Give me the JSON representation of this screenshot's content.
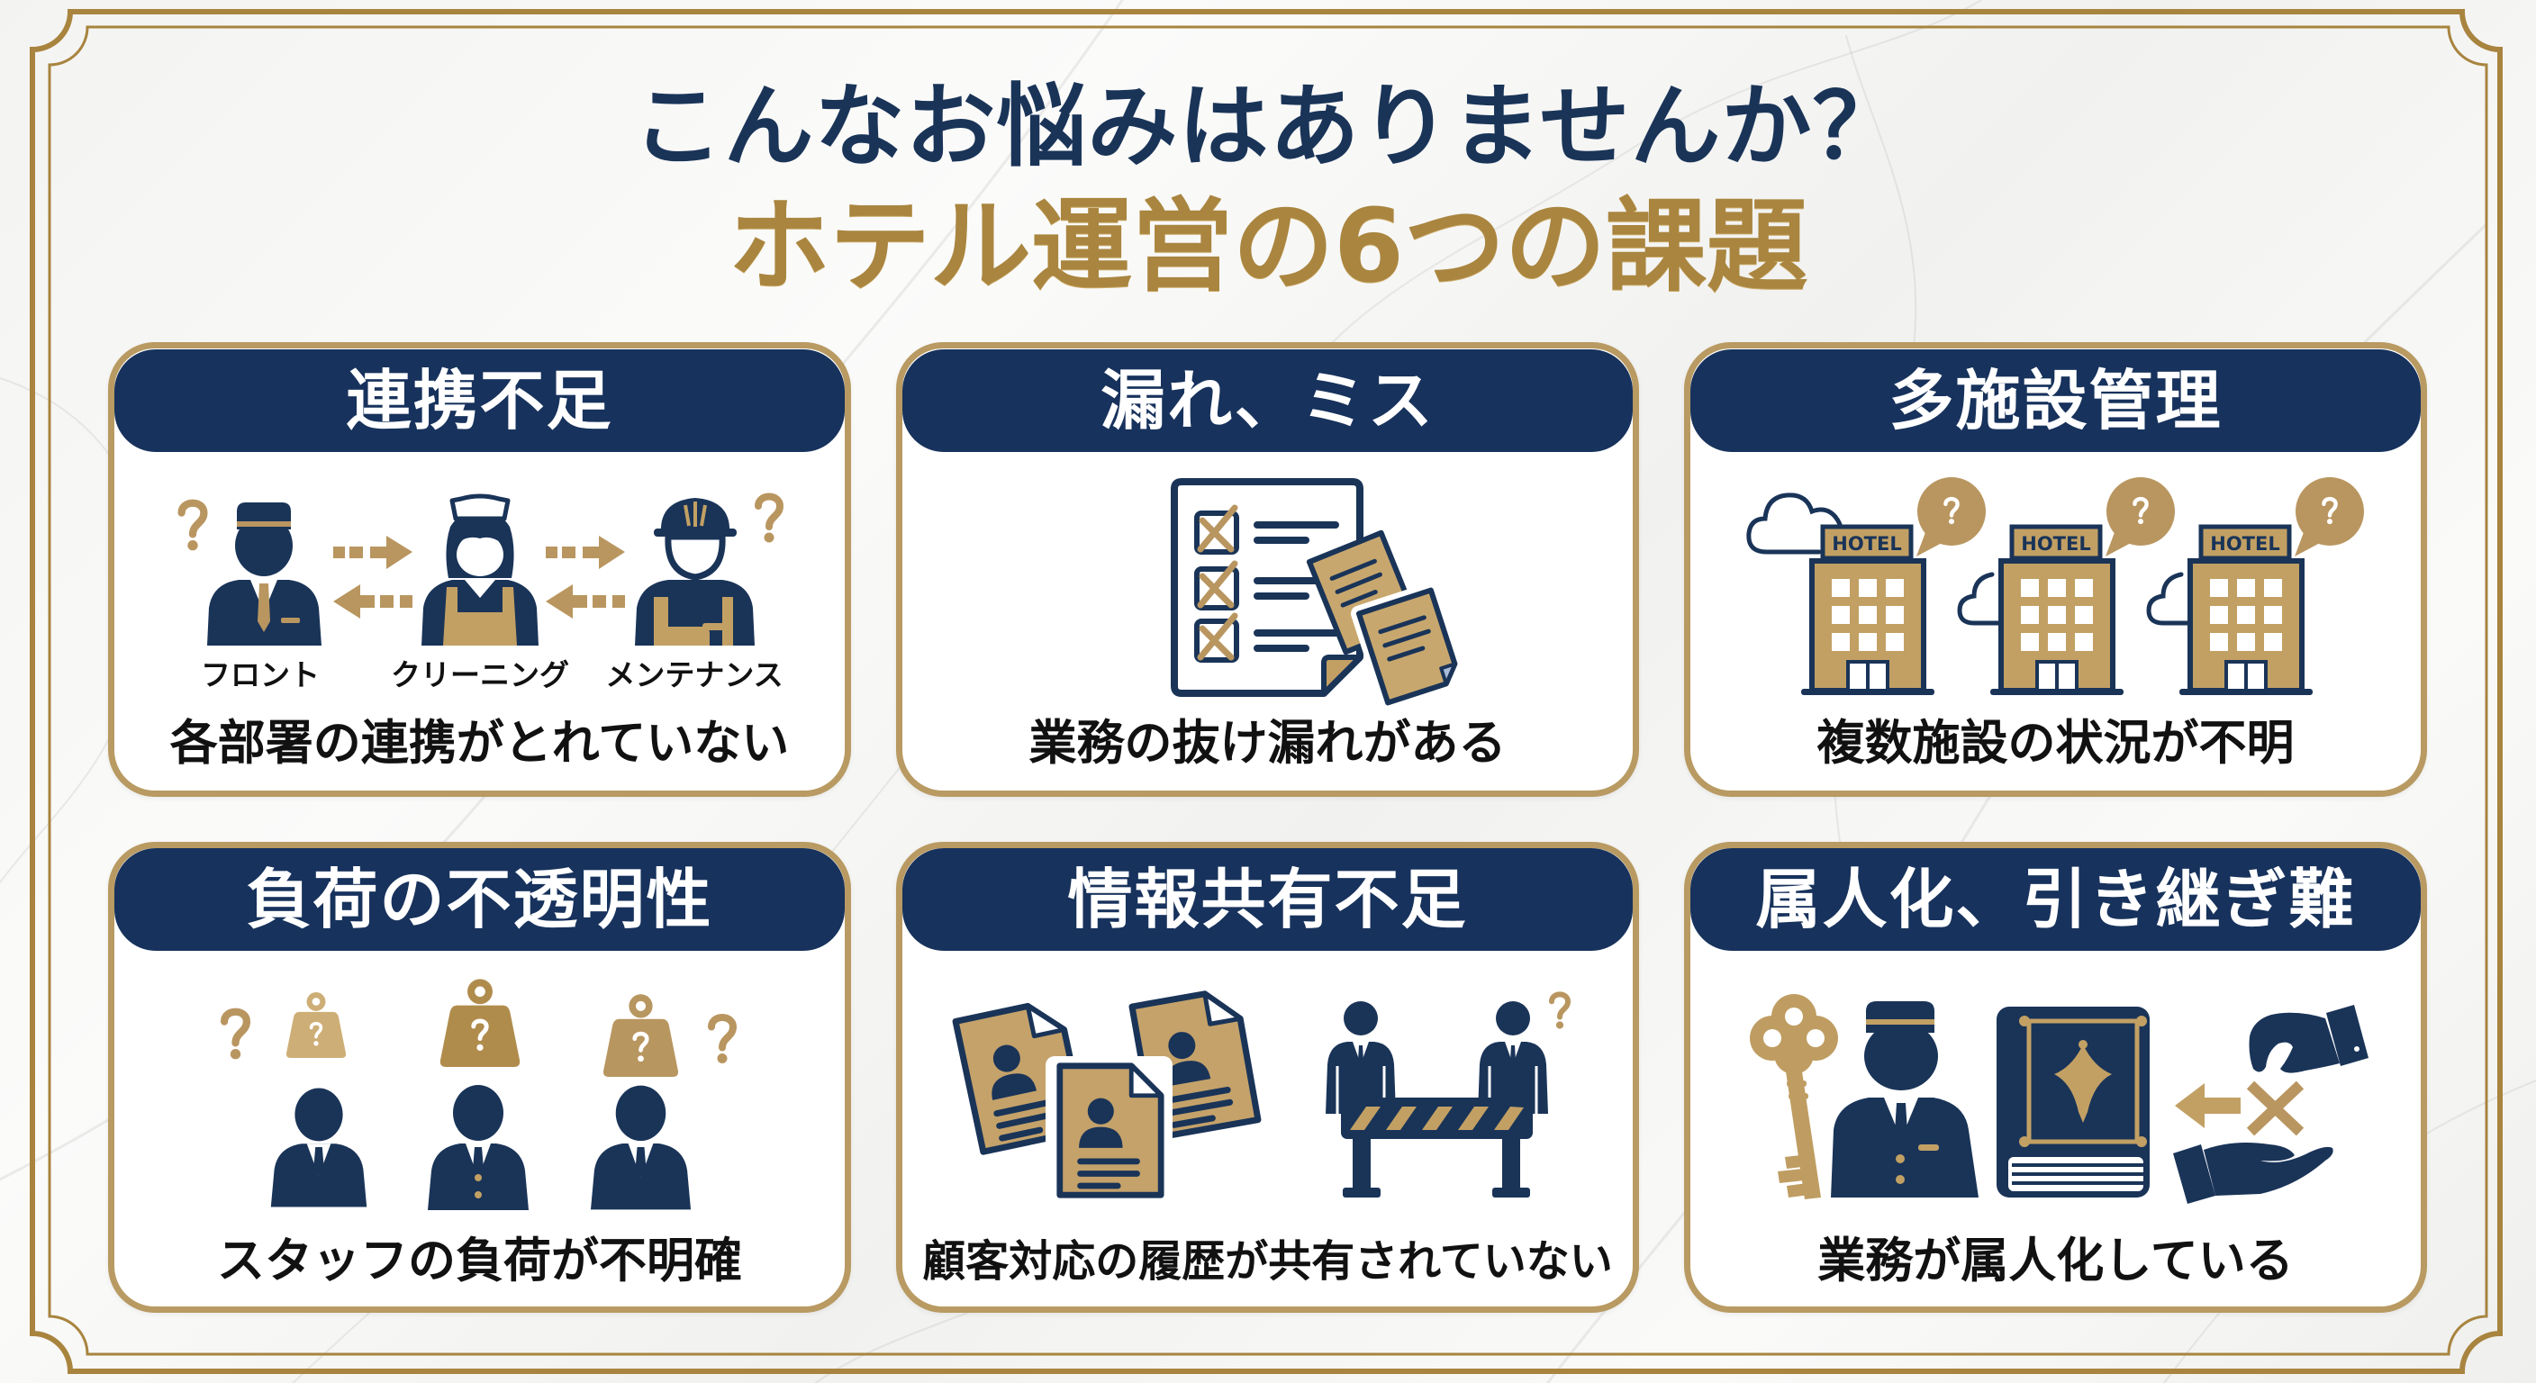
{
  "page": {
    "title_line1": "こんなお悩みはありませんか？",
    "title_line2": "ホテル運営の6つの課題"
  },
  "theme": {
    "navy": "#1a3458",
    "header_navy": "#17325c",
    "gold": "#b99660",
    "title_gold": "#a9853f",
    "frame_gold": "#a8843f",
    "card_background": "#ffffff",
    "text": "#111111"
  },
  "cards": [
    {
      "title": "連携不足",
      "description": "各部署の連携がとれていない",
      "illustration": {
        "icons": [
          "question-mark-icon",
          "bellhop-icon",
          "two-way-arrow-icon",
          "maid-icon",
          "two-way-arrow-icon",
          "maintenance-worker-icon",
          "question-mark-icon"
        ],
        "labels": [
          "フロント",
          "クリーニング",
          "メンテナンス"
        ]
      }
    },
    {
      "title": "漏れ、ミス",
      "description": "業務の抜け漏れがある",
      "illustration": {
        "icons": [
          "checklist-icon",
          "loose-paper-icon",
          "loose-paper-icon"
        ]
      }
    },
    {
      "title": "多施設管理",
      "description": "複数施設の状況が不明",
      "illustration": {
        "icons": [
          "cloud-icon",
          "hotel-building-icon",
          "question-bubble-icon"
        ],
        "hotel_sign": "HOTEL"
      }
    },
    {
      "title": "負荷の不透明性",
      "description": "スタッフの負荷が不明確",
      "illustration": {
        "icons": [
          "question-mark-icon",
          "weight-icon",
          "staff-person-icon"
        ]
      }
    },
    {
      "title": "情報共有不足",
      "description": "顧客対応の履歴が共有されていない",
      "illustration": {
        "icons": [
          "customer-profile-document-icon",
          "staff-person-icon",
          "barrier-icon",
          "question-mark-icon"
        ]
      }
    },
    {
      "title": "属人化、引き継ぎ難",
      "description": "業務が属人化している",
      "illustration": {
        "icons": [
          "key-icon",
          "bellhop-icon",
          "manual-book-icon",
          "left-arrow-icon",
          "cross-icon",
          "handover-hands-icon"
        ]
      }
    }
  ]
}
